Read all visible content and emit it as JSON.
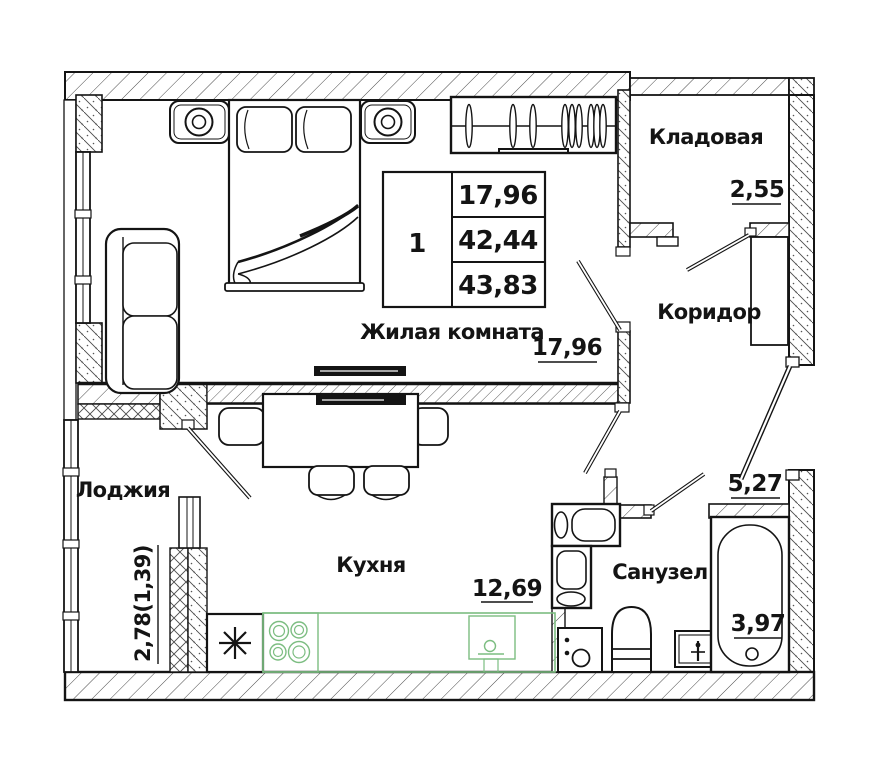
{
  "legend": {
    "flat_number": "1",
    "living_area": "17,96",
    "area_without_loggia": "42,44",
    "total_area": "43,83"
  },
  "rooms": {
    "storage": {
      "label": "Кладовая",
      "area": "2,55"
    },
    "corridor": {
      "label": "Коридор",
      "area": "5,27"
    },
    "living": {
      "label": "Жилая комната",
      "area": "17,96"
    },
    "loggia": {
      "label": "Лоджия",
      "area": "2,78(1,39)"
    },
    "kitchen": {
      "label": "Кухня",
      "area": "12,69"
    },
    "bathroom": {
      "label": "Санузел",
      "area": "3,97"
    }
  },
  "colors": {
    "line": "#141414",
    "kitchen_fixtures": "#7cbd81",
    "background": "#ffffff"
  },
  "icons": {
    "fridge": "fridge-star-icon",
    "stove": "stove-burners-icon",
    "lamp": "lamp-circle-icon"
  }
}
